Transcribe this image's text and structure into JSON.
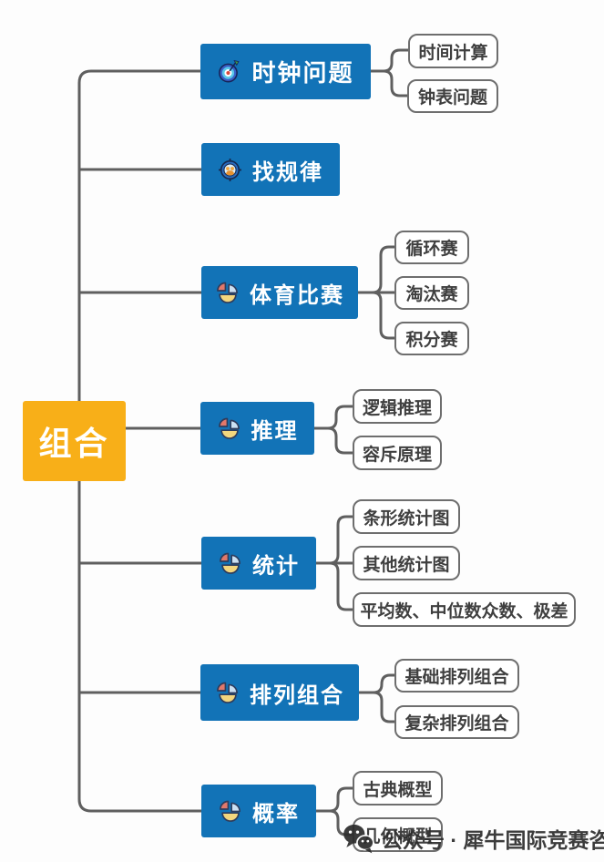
{
  "root": {
    "label": "组合",
    "color": "#F8AF18"
  },
  "branches": [
    {
      "label": "时钟问题",
      "icon": "dartboard-icon",
      "children": [
        {
          "label": "时间计算"
        },
        {
          "label": "钟表问题"
        }
      ]
    },
    {
      "label": "找规律",
      "icon": "crosshair-people-icon",
      "children": []
    },
    {
      "label": "体育比赛",
      "icon": "pie-chart-icon",
      "children": [
        {
          "label": "循环赛"
        },
        {
          "label": "淘汰赛"
        },
        {
          "label": "积分赛"
        }
      ]
    },
    {
      "label": "推理",
      "icon": "pie-chart-icon",
      "children": [
        {
          "label": "逻辑推理"
        },
        {
          "label": "容斥原理"
        }
      ]
    },
    {
      "label": "统计",
      "icon": "pie-chart-icon",
      "children": [
        {
          "label": "条形统计图"
        },
        {
          "label": "其他统计图"
        },
        {
          "label": "平均数、中位数众数、极差"
        }
      ]
    },
    {
      "label": "排列组合",
      "icon": "pie-chart-icon",
      "children": [
        {
          "label": "基础排列组合"
        },
        {
          "label": "复杂排列组合"
        }
      ]
    },
    {
      "label": "概率",
      "icon": "pie-chart-icon",
      "children": [
        {
          "label": "古典概型"
        },
        {
          "label": "几何概型"
        }
      ]
    }
  ],
  "watermark": {
    "label": "公众号 · 犀牛国际竞赛咨询",
    "icon": "wechat-icon"
  },
  "colors": {
    "branch_bg": "#1273B7",
    "root_bg": "#F8AF18",
    "connector": "#5F5F5F",
    "leaf_border": "#6E6E6E",
    "leaf_text": "#3F3F3F",
    "background": "#FDFDFD"
  }
}
